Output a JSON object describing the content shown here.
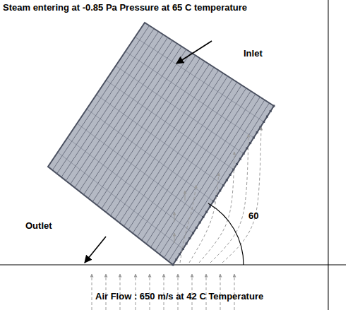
{
  "diagram": {
    "labels": [
      "Steam entering at -0.85 Pa Pressure at 65 C temperature",
      "Inlet",
      "Outlet",
      "60",
      "Air Flow : 650 m/s at 42 C Temperature"
    ]
  }
}
